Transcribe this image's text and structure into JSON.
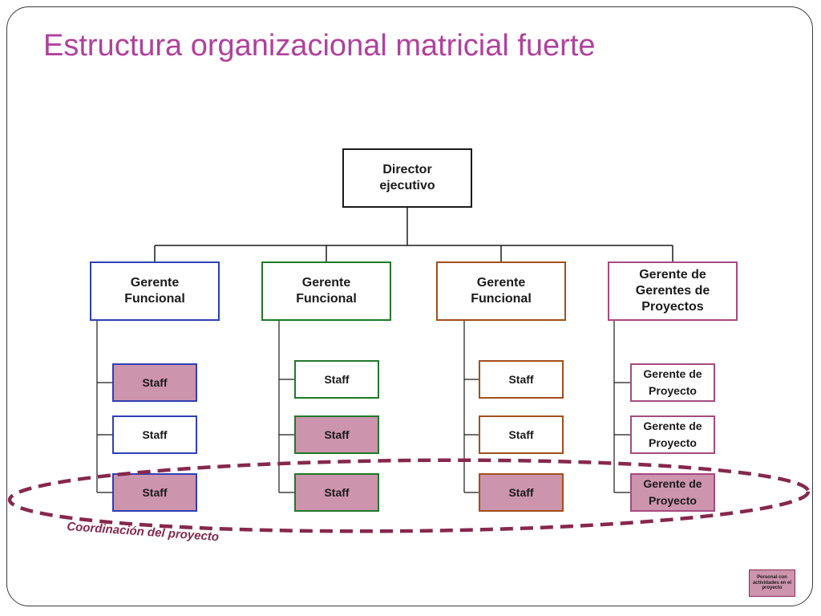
{
  "title": "Estructura organizacional matricial fuerte",
  "director": {
    "line1": "Director",
    "line2": "ejecutivo"
  },
  "managers": [
    {
      "line1": "Gerente",
      "line2": "Funcional",
      "line3": ""
    },
    {
      "line1": "Gerente",
      "line2": "Funcional",
      "line3": ""
    },
    {
      "line1": "Gerente",
      "line2": "Funcional",
      "line3": ""
    },
    {
      "line1": "Gerente de",
      "line2": "Gerentes de",
      "line3": "Proyectos"
    }
  ],
  "columns": [
    {
      "color": "#2f3fb4",
      "items": [
        {
          "label": "Staff",
          "project": true
        },
        {
          "label": "Staff",
          "project": false
        },
        {
          "label": "Staff",
          "project": true
        }
      ]
    },
    {
      "color": "#1e7a2a",
      "items": [
        {
          "label": "Staff",
          "project": false
        },
        {
          "label": "Staff",
          "project": true
        },
        {
          "label": "Staff",
          "project": true
        }
      ]
    },
    {
      "color": "#a24f1a",
      "items": [
        {
          "label": "Staff",
          "project": false
        },
        {
          "label": "Staff",
          "project": false
        },
        {
          "label": "Staff",
          "project": true
        }
      ]
    },
    {
      "color": "#a64a7f",
      "items": [
        {
          "line1": "Gerente de",
          "line2": "Proyecto",
          "project": false
        },
        {
          "line1": "Gerente de",
          "line2": "Proyecto",
          "project": false
        },
        {
          "line1": "Gerente de",
          "line2": "Proyecto",
          "project": true
        }
      ]
    }
  ],
  "coordination_label": "Coordinación del proyecto",
  "legend": {
    "line1": "Personal",
    "line2": "con",
    "line3": "actividades",
    "line4": "en el",
    "line5": "proyecto"
  },
  "colors": {
    "title": "#b0419c",
    "highlight_fill": "#cc94ad",
    "ellipse": "#86284e"
  }
}
